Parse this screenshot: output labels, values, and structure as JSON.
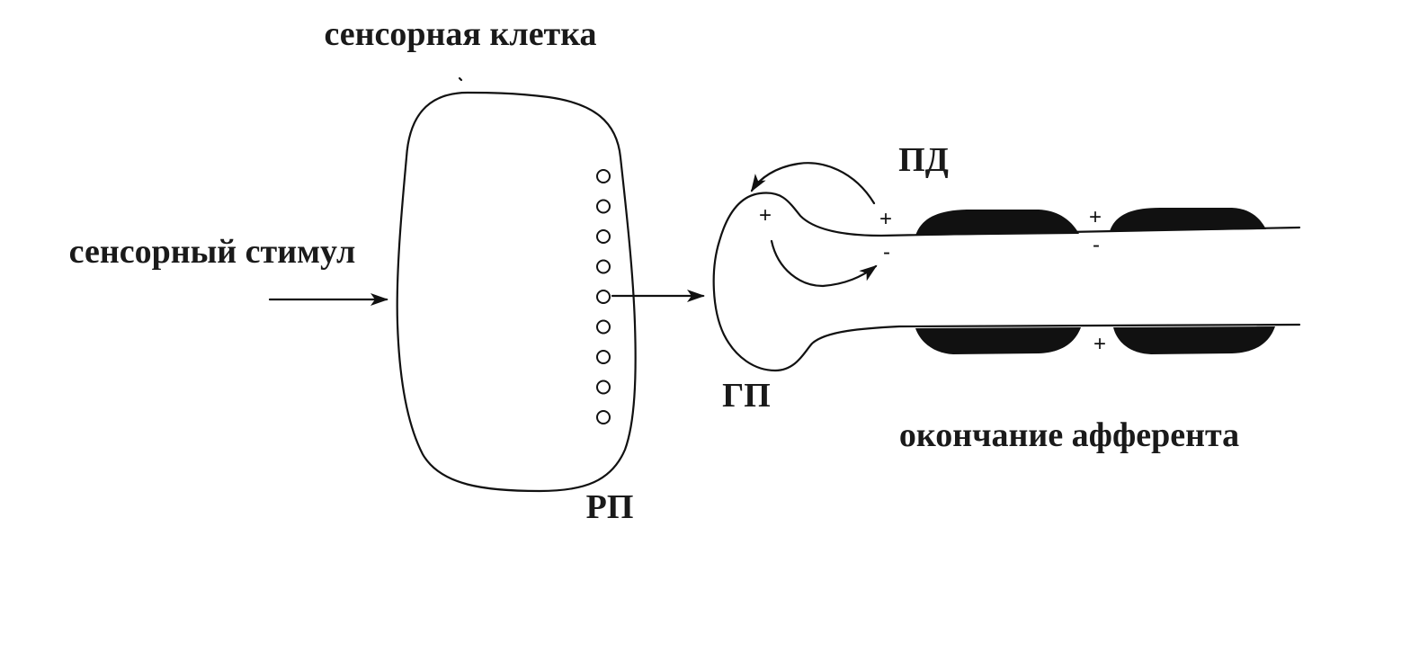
{
  "labels": {
    "sensory_cell": "сенсорная клетка",
    "sensory_stimulus": "сенсорный стимул",
    "receptor_potential": "РП",
    "generator_potential": "ГП",
    "action_potential": "ПД",
    "afferent_ending": "окончание афферента"
  },
  "signs": {
    "plus": "+",
    "minus": "-"
  },
  "channel_count": 9,
  "colors": {
    "line": "#111111",
    "text": "#1a1a1a",
    "myelin": "#111111",
    "background": "#ffffff"
  }
}
